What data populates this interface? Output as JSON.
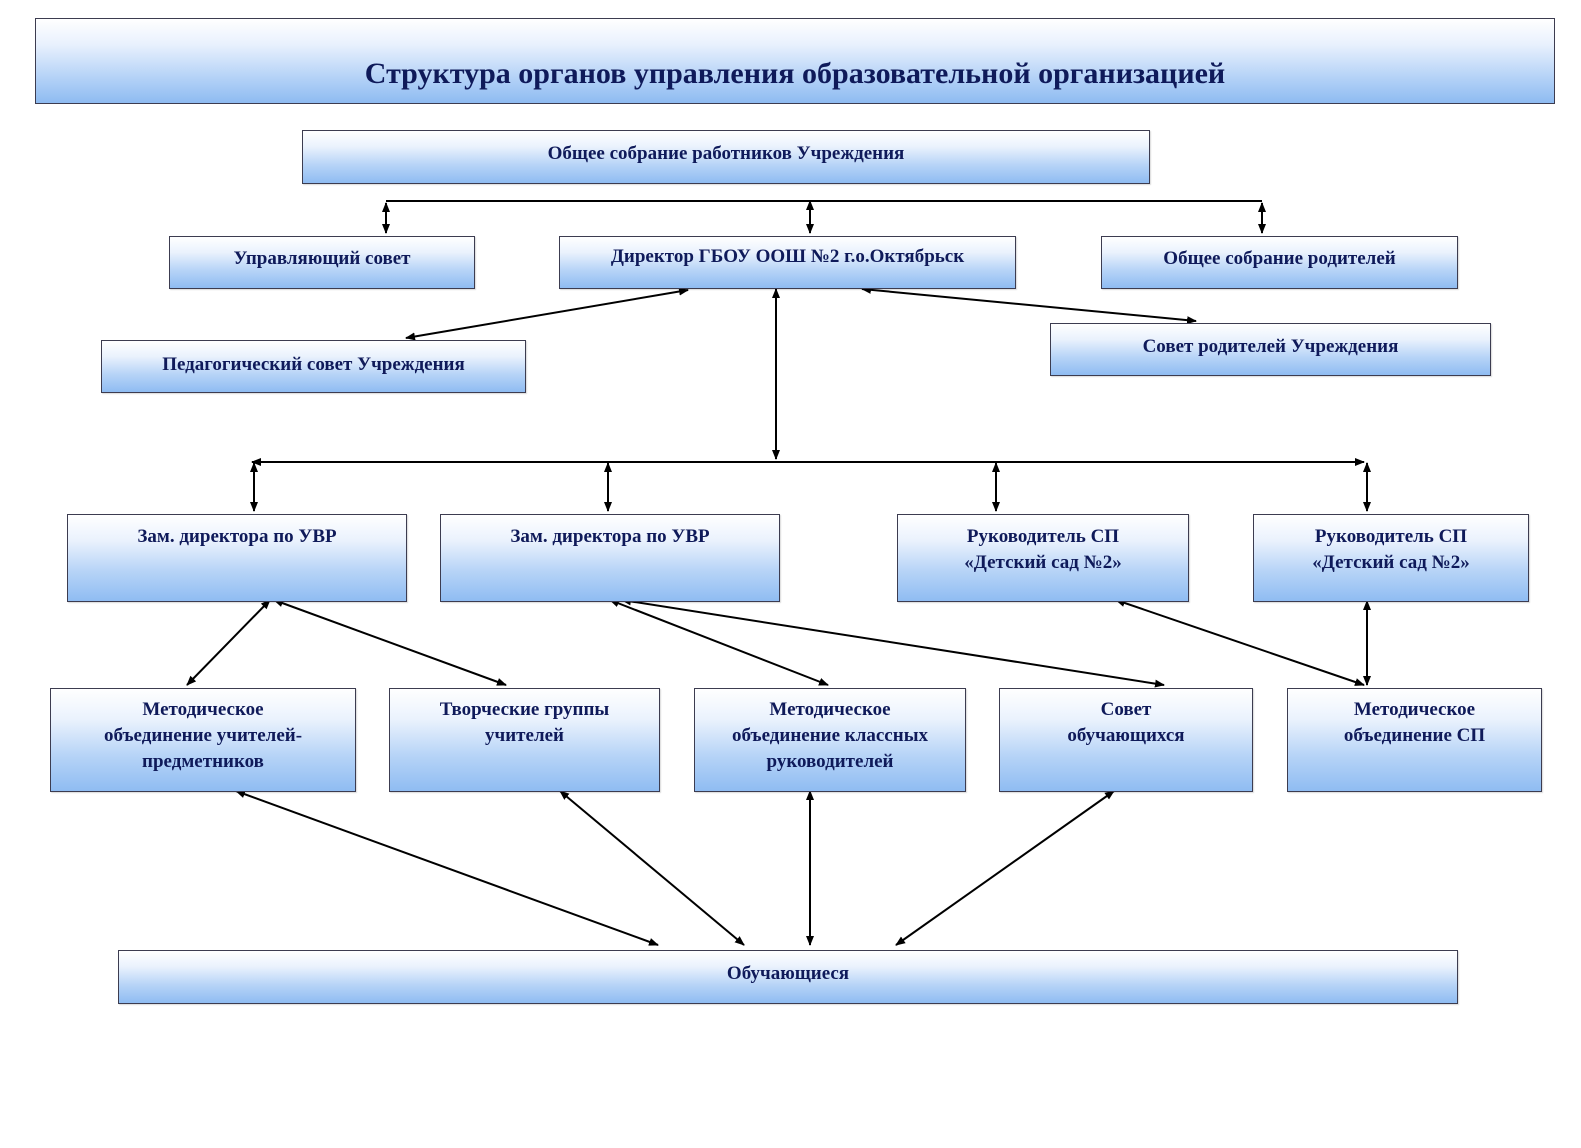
{
  "title": "Структура  органов управления образовательной  организацией",
  "nodes": {
    "general_meeting_staff": "Общее собрание работников Учреждения",
    "governing_council": "Управляющий совет",
    "director": "Директор ГБОУ ООШ №2 г.о.Октябрьск",
    "general_meeting_parents": "Общее собрание родителей",
    "pedagogical_council": "Педагогический совет Учреждения",
    "parents_council": "Совет родителей Учреждения",
    "deputy_1": "Зам. директора по УВР",
    "deputy_2": "Зам. директора по УВР",
    "head_sp_1": "Руководитель  СП\n«Детский сад №2»",
    "head_sp_2": "Руководитель  СП\n«Детский сад №2»",
    "method_subject_teachers": "Методическое\nобъединение учителей-\nпредметников",
    "creative_groups": "Творческие группы\nучителей",
    "method_class_teachers": "Методическое\nобъединение  классных\nруководителей",
    "student_council": "Совет\nобучающихся",
    "method_sp": "Методическое\nобъединение СП",
    "students": "Обучающиеся"
  },
  "colors": {
    "text": "#0f1a5a",
    "border": "#3c3c50",
    "gradient_bottom": "#8fbcf2",
    "line": "#000000"
  }
}
